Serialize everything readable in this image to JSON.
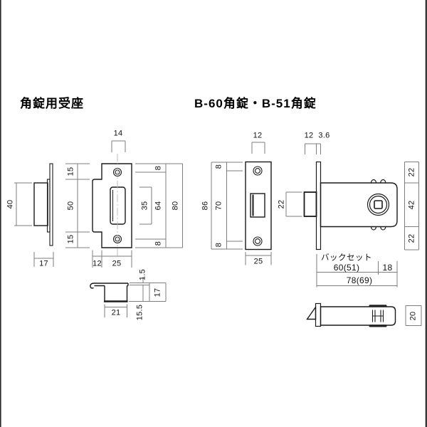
{
  "titles": {
    "left": "角錠用受座",
    "right": "B-60角錠・B-51角錠"
  },
  "strike_side": {
    "depth_40": "40",
    "total_17": "17"
  },
  "strike_front": {
    "tab_14": "14",
    "seg_15a": "15",
    "seg_50": "50",
    "seg_15b": "15",
    "slot_35": "35",
    "edge_8a": "8",
    "mid_64": "64",
    "edge_8b": "8",
    "total_80": "80",
    "lip_12": "12",
    "width_25": "25"
  },
  "strike_section": {
    "box_21": "21",
    "plate_15": "1.5",
    "depth_155": "15.5",
    "total_17": "17"
  },
  "lock_front": {
    "slot_12": "12",
    "edge_8a": "8",
    "mid_70": "70",
    "edge_8b": "8",
    "total_86": "86",
    "width_25": "25"
  },
  "lock_side": {
    "proj_12": "12",
    "plate_36": "3.6",
    "bolt_22": "22",
    "seg_22a": "22",
    "seg_42": "42",
    "seg_22b": "22",
    "backset_label": "バックセット",
    "backset_60": "60(51)",
    "hub_18": "18",
    "total_78": "78(69)"
  },
  "latch_unit": {
    "height_20": "20"
  },
  "colors": {
    "line": "#1a1a1a",
    "dim": "#7d7d7d",
    "center": "#b5b5b5",
    "text": "#111111"
  }
}
